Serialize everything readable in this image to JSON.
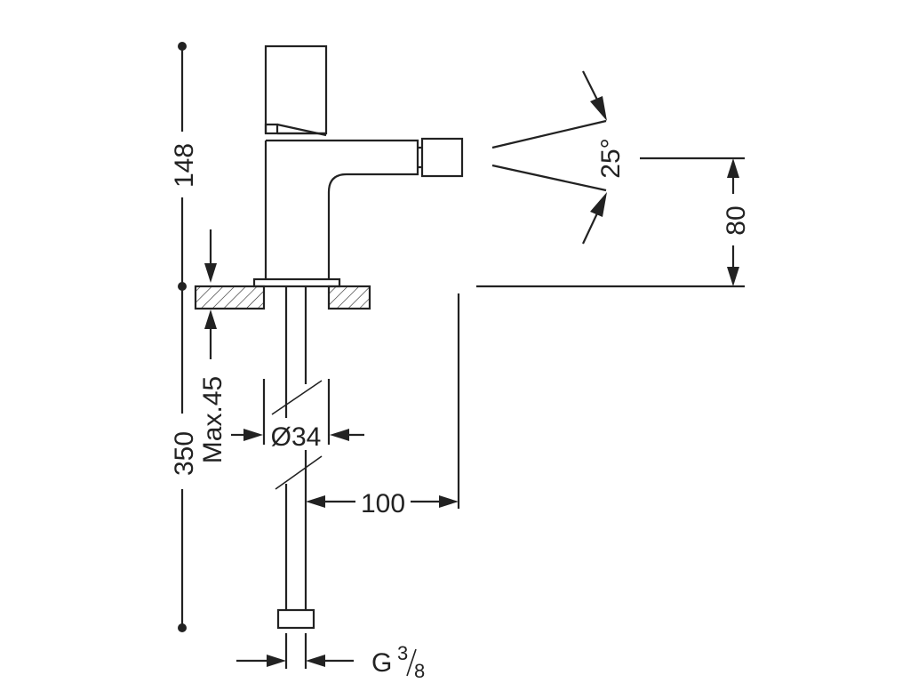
{
  "dimensions": {
    "total_height_upper": "148",
    "total_height_lower": "350",
    "max_thickness": "Max.45",
    "hole_diameter": "Ø34",
    "spout_height": "80",
    "spray_angle": "25°",
    "spout_reach": "100",
    "connection_prefix": "G",
    "connection_numerator": "3",
    "connection_denominator": "8"
  },
  "colors": {
    "line": "#222222",
    "background": "#ffffff"
  }
}
